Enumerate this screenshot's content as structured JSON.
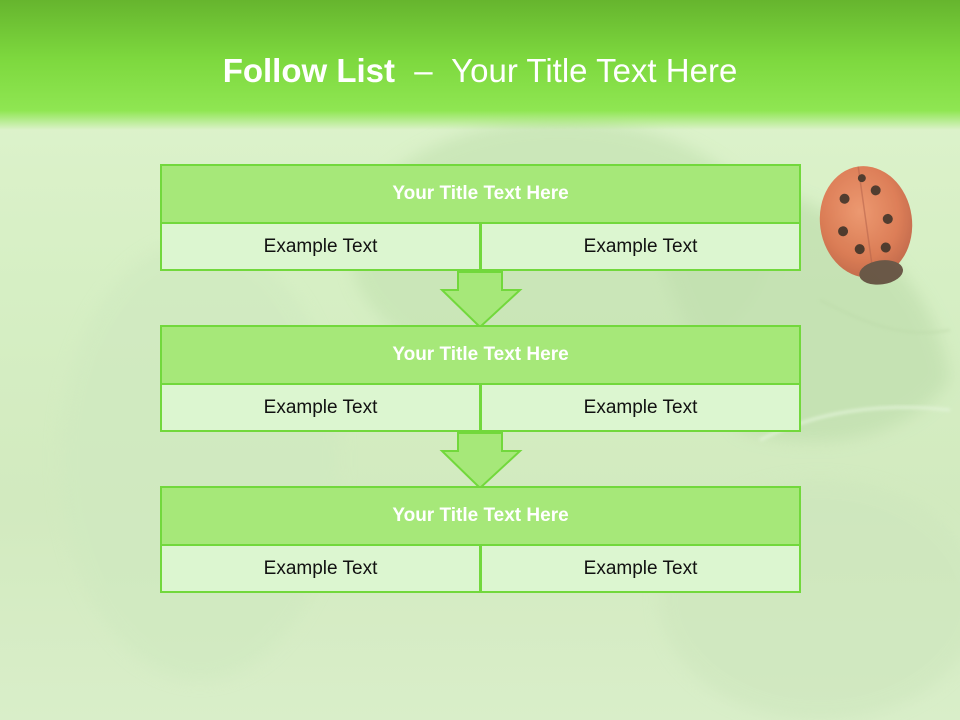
{
  "slide": {
    "title_bold": "Follow List",
    "title_separator": "–",
    "title_rest": "Your Title Text Here"
  },
  "steps": [
    {
      "title": "Your Title Text Here",
      "left": "Example Text",
      "right": "Example Text"
    },
    {
      "title": "Your Title Text Here",
      "left": "Example Text",
      "right": "Example Text"
    },
    {
      "title": "Your Title Text Here",
      "left": "Example Text",
      "right": "Example Text"
    }
  ],
  "colors": {
    "header_green": "#7dd83e",
    "box_title_fill": "#a6e879",
    "box_cell_fill": "#dcf6d0",
    "border_green": "#72d83c"
  },
  "decor": {
    "image": "ladybug-on-leaf"
  }
}
